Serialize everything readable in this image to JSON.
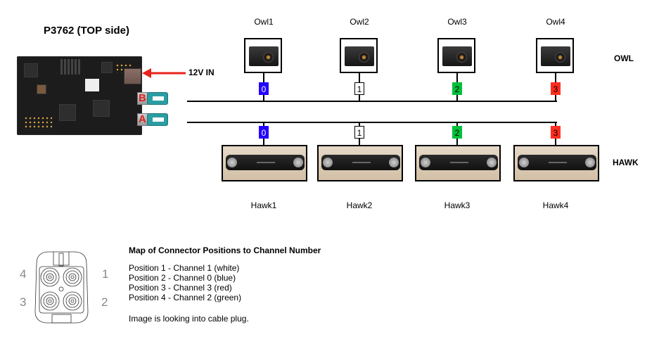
{
  "title": "P3762 (TOP side)",
  "power_label": "12V IN",
  "ports": [
    {
      "letter": "B",
      "group": "owl"
    },
    {
      "letter": "A",
      "group": "hawk"
    }
  ],
  "colors": {
    "blue": "#2400ff",
    "white": "#ffffff",
    "green": "#00c03a",
    "red": "#ff2d1f",
    "arrow": "#e8231c",
    "port_letter": "#e0221f"
  },
  "owl": {
    "group_label": "OWL",
    "cameras": [
      {
        "name": "Owl1",
        "channel": "0",
        "color": "blue"
      },
      {
        "name": "Owl2",
        "channel": "1",
        "color": "white"
      },
      {
        "name": "Owl3",
        "channel": "2",
        "color": "green"
      },
      {
        "name": "Owl4",
        "channel": "3",
        "color": "red"
      }
    ]
  },
  "hawk": {
    "group_label": "HAWK",
    "cameras": [
      {
        "name": "Hawk1",
        "channel": "0",
        "color": "blue"
      },
      {
        "name": "Hawk2",
        "channel": "1",
        "color": "white"
      },
      {
        "name": "Hawk3",
        "channel": "2",
        "color": "green"
      },
      {
        "name": "Hawk4",
        "channel": "3",
        "color": "red"
      }
    ]
  },
  "connector": {
    "position_labels": [
      "1",
      "2",
      "3",
      "4"
    ]
  },
  "legend": {
    "title": "Map of Connector Positions to Channel Number",
    "lines": [
      "Position 1 - Channel 1 (white)",
      "Position 2 - Channel 0 (blue)",
      "Position 3 - Channel 3 (red)",
      "Position 4 - Channel 2 (green)"
    ],
    "note": "Image is looking into cable plug."
  }
}
